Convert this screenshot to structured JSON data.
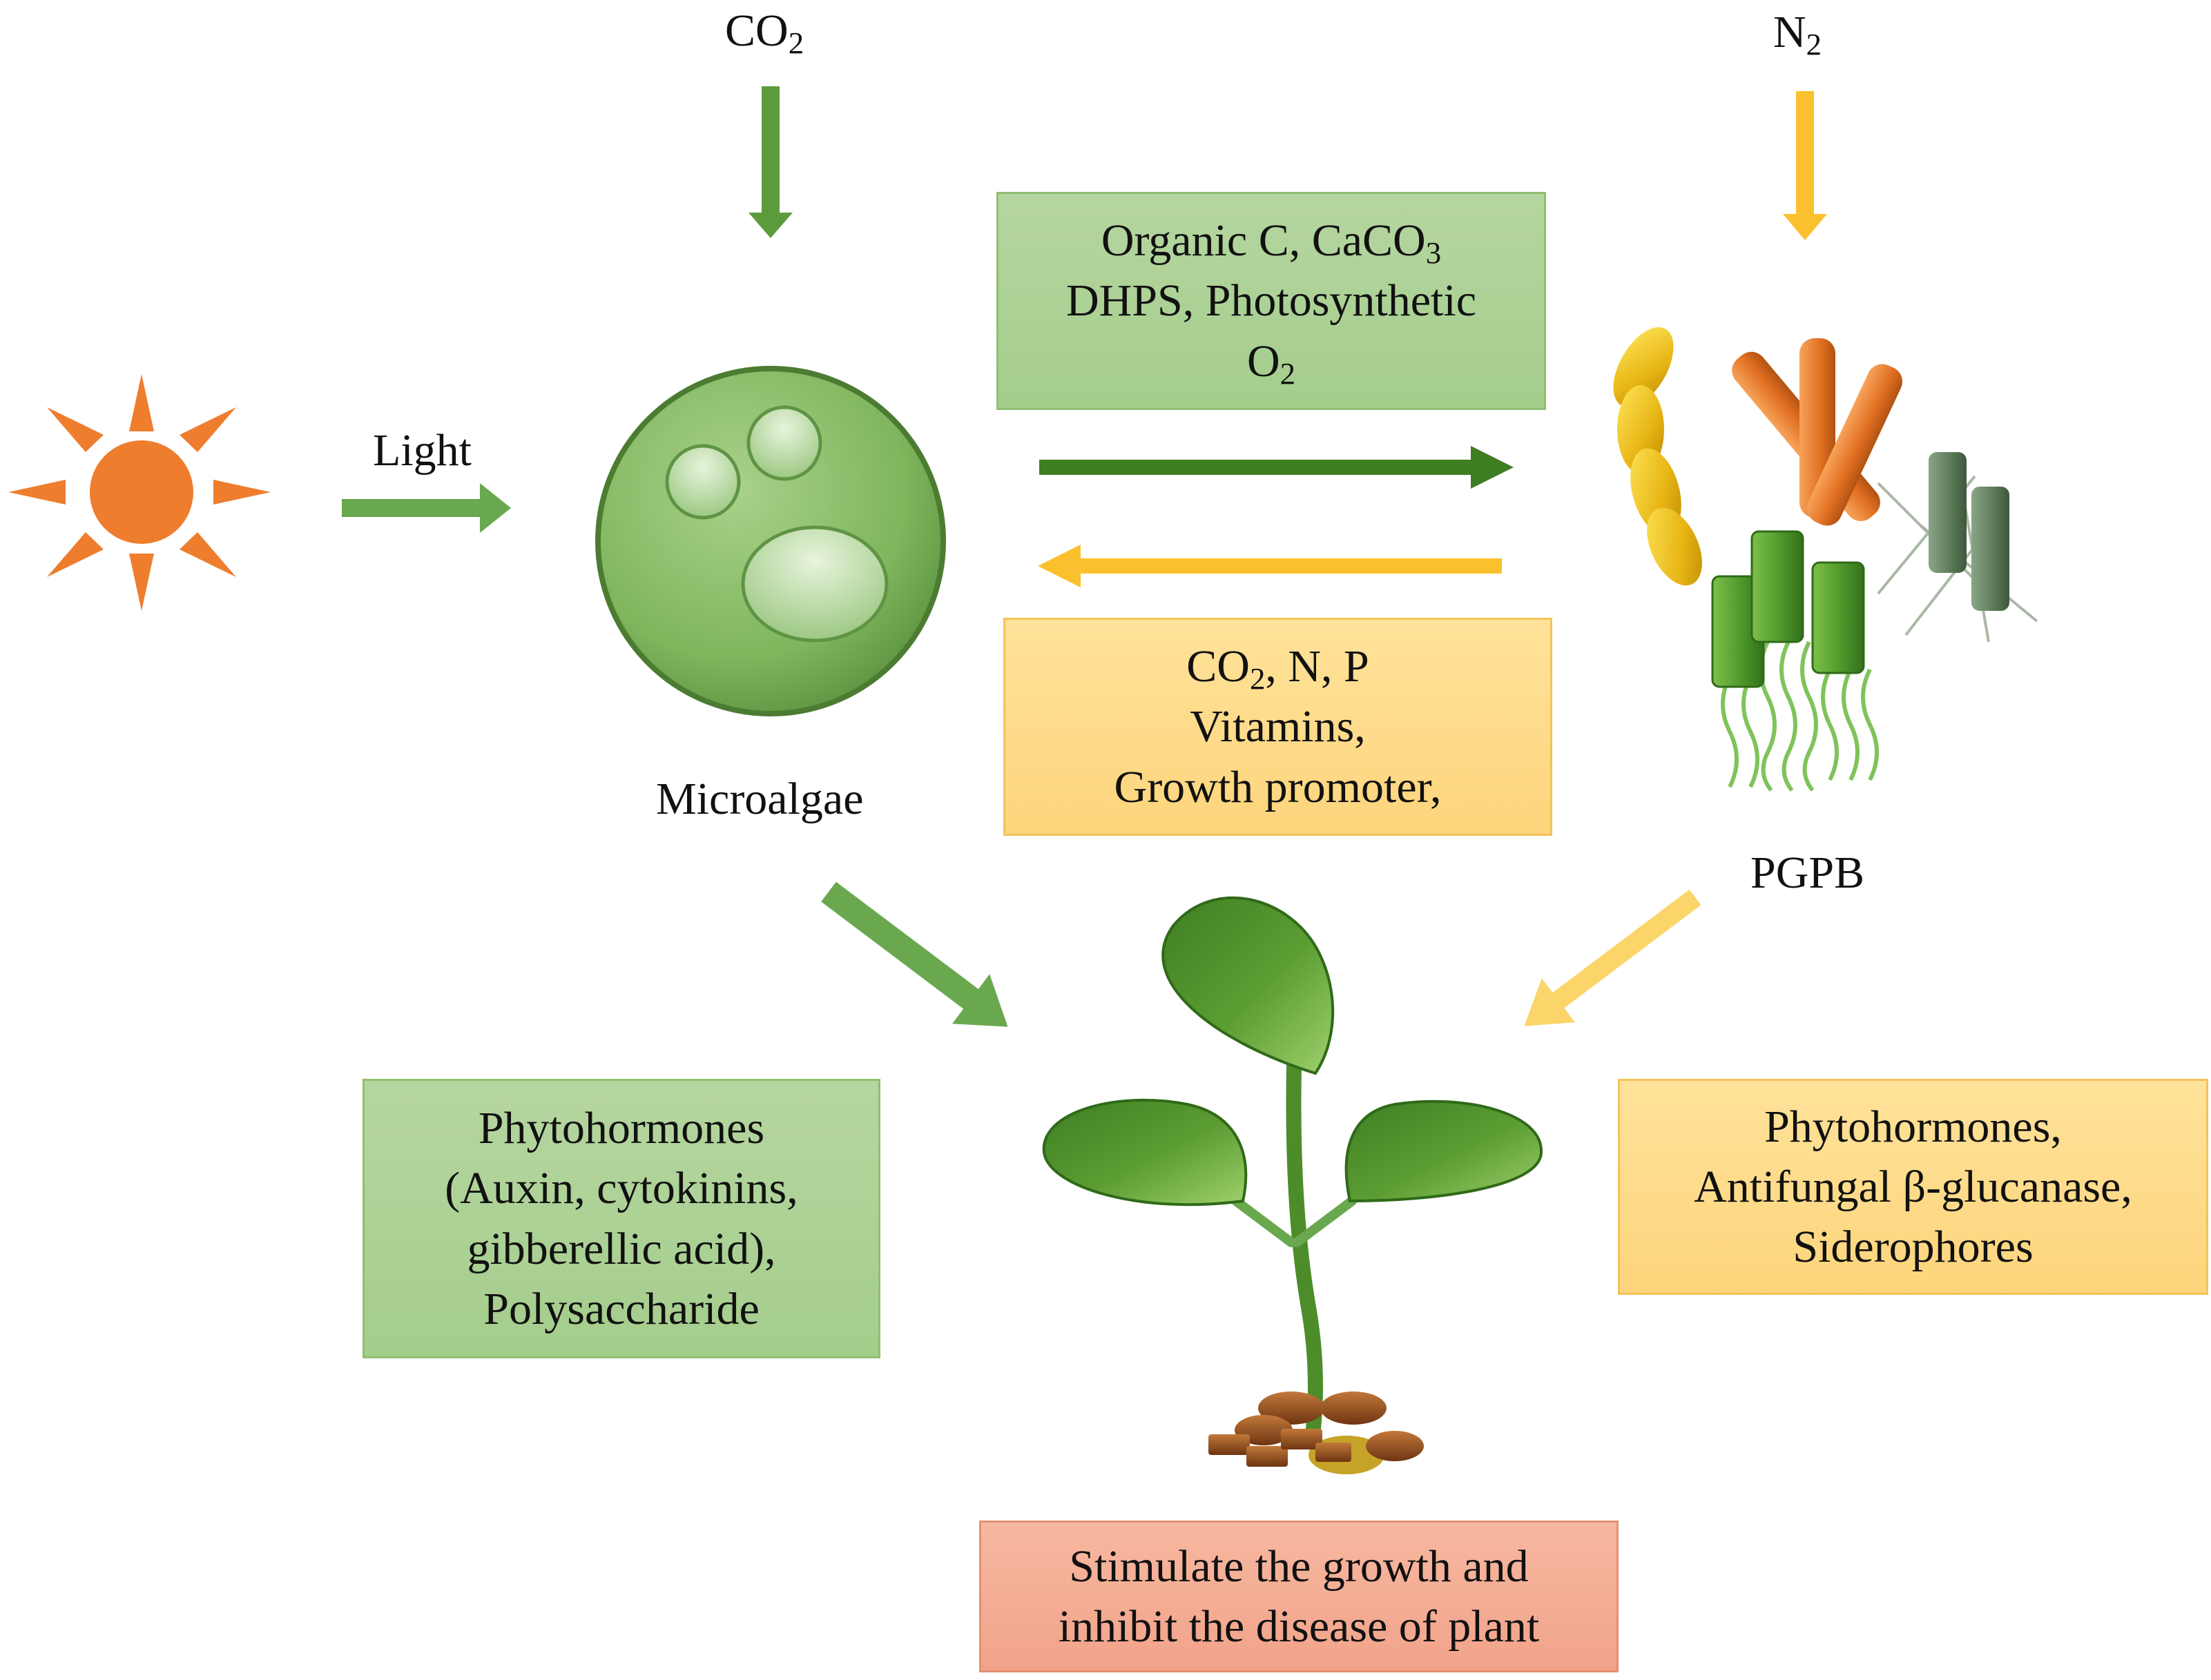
{
  "inputs": {
    "co2_label": "CO",
    "co2_sub": "2",
    "n2_label": "N",
    "n2_sub": "2",
    "light_label": "Light"
  },
  "organisms": {
    "microalgae_label": "Microalgae",
    "pgpb_label": "PGPB"
  },
  "exchange_to_pgpb": {
    "line1_a": "Organic C,  CaCO",
    "line1_sub": "3",
    "line2": "DHPS, Photosynthetic",
    "line3_a": "O",
    "line3_sub": "2"
  },
  "exchange_to_algae": {
    "line1_a": "CO",
    "line1_sub": "2",
    "line1_b": ", N, P",
    "line2": "Vitamins,",
    "line3": "Growth promoter,"
  },
  "algae_products": {
    "line1": "Phytohormones",
    "line2": "(Auxin, cytokinins,",
    "line3": "gibberellic acid),",
    "line4": "Polysaccharide"
  },
  "pgpb_products": {
    "line1": "Phytohormones,",
    "line2": "Antifungal β-glucanase,",
    "line3": "Siderophores"
  },
  "outcome": {
    "line1": "Stimulate the growth and",
    "line2": "inhibit the disease of plant"
  },
  "colors": {
    "green_arrow": "#5c9b3c",
    "yellow_arrow": "#fbc02d",
    "sun": "#ee7d2e",
    "green_box": "#a8cf8e",
    "yellow_box": "#fdd880",
    "red_box": "#f4ad93"
  }
}
